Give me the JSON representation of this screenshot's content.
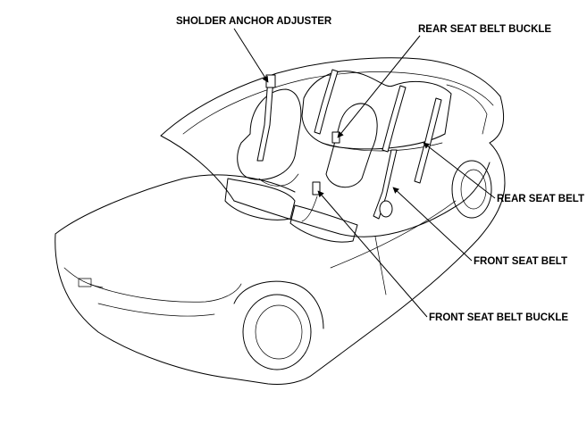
{
  "labels": {
    "shoulder_anchor_adjuster": "SHOLDER ANCHOR ADJUSTER",
    "rear_seat_belt_buckle": "REAR SEAT BELT BUCKLE",
    "rear_seat_belt": "REAR SEAT BELT",
    "front_seat_belt": "FRONT SEAT BELT",
    "front_seat_belt_buckle": "FRONT SEAT BELT BUCKLE"
  }
}
